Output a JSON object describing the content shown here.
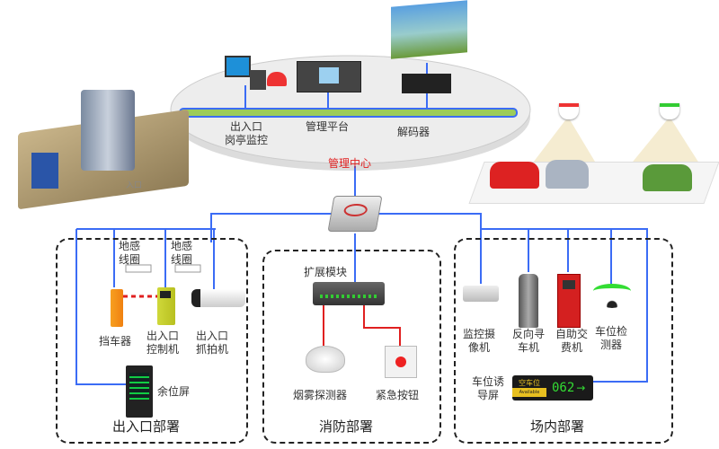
{
  "center": {
    "title": "管理中心",
    "booth_monitor": [
      "出入口",
      "岗亭监控"
    ],
    "platform": "管理平台",
    "decoder": "解码器"
  },
  "entrance": {
    "title": "出入口部署",
    "loop1": [
      "地感",
      "线圈"
    ],
    "loop2": [
      "地感",
      "线圈"
    ],
    "barrier": "挡车器",
    "controller": [
      "出入口",
      "控制机"
    ],
    "camera": [
      "出入口",
      "抓拍机"
    ],
    "remaining_screen": "余位屏",
    "road_sign": "入口"
  },
  "fire": {
    "title": "消防部署",
    "module": "扩展模块",
    "smoke": "烟雾探测器",
    "button": "紧急按钮"
  },
  "indoor": {
    "title": "场内部署",
    "camera": [
      "监控摄",
      "像机"
    ],
    "finder": [
      "反向寻",
      "车机"
    ],
    "pay": [
      "自助交",
      "费机"
    ],
    "detector": [
      "车位检",
      "测器"
    ],
    "guide": [
      "车位诱",
      "导屏"
    ],
    "guide_screen": {
      "label": "空车位",
      "sub": "Available",
      "count": "062",
      "arrow": "→"
    }
  },
  "colors": {
    "line": "#3b6cf5",
    "bus": "#9ccc5a",
    "red": "#e02020"
  }
}
